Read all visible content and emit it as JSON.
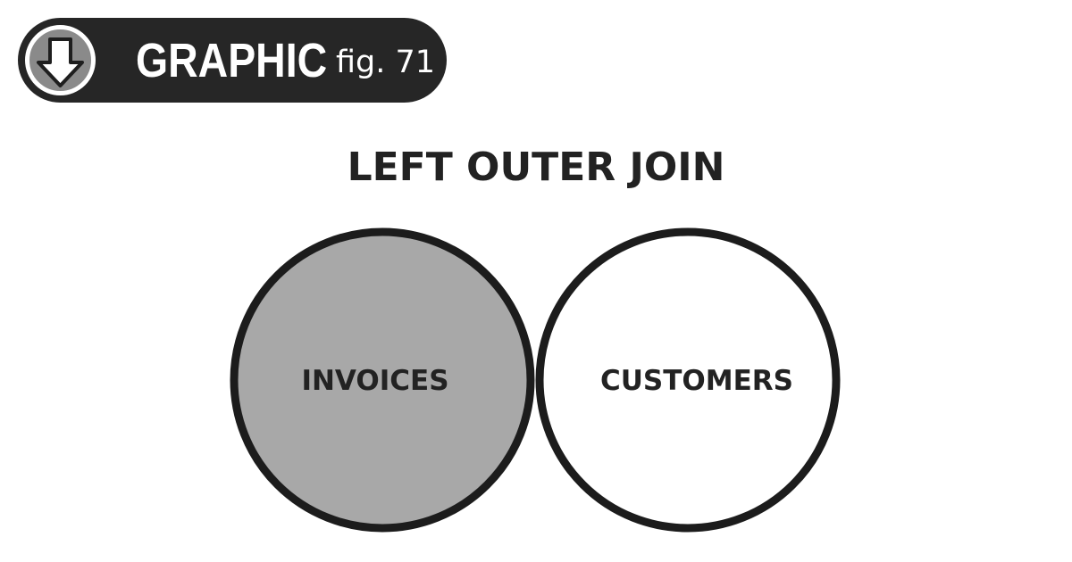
{
  "badge": {
    "word": "GRAPHIC",
    "fig": "fig. 71",
    "icon": "arrow-down-circle-icon"
  },
  "diagram": {
    "title": "LEFT OUTER JOIN",
    "left_set": "INVOICES",
    "right_set": "CUSTOMERS",
    "highlighted": "left",
    "colors": {
      "fill": "#a8a8a8",
      "stroke": "#1c1c1c",
      "background": "#ffffff"
    }
  }
}
